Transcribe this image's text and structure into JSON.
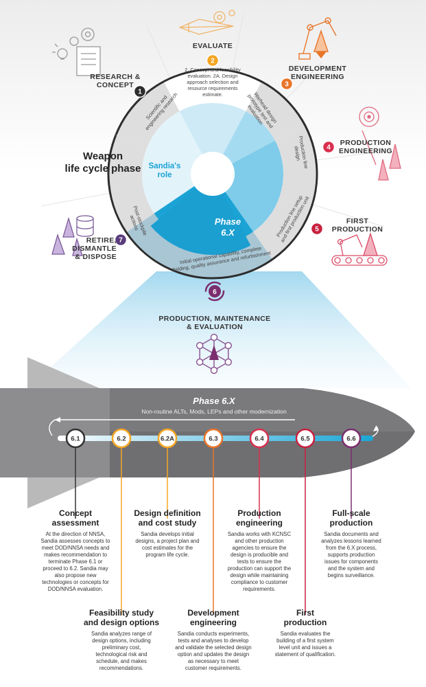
{
  "cycle": {
    "title_line1": "Weapon",
    "title_line2": "life cycle phase",
    "role_line1": "Sandia's",
    "role_line2": "role",
    "phase_center_line1": "Phase",
    "phase_center_line2": "6.X",
    "stages": [
      {
        "num": "1",
        "label_lines": [
          "RESEARCH &",
          "CONCEPT"
        ],
        "color": "#2d2d2d"
      },
      {
        "num": "2",
        "label_lines": [
          "EVALUATE"
        ],
        "color": "#f5a623"
      },
      {
        "num": "3",
        "label_lines": [
          "DEVELOPMENT",
          "ENGINEERING"
        ],
        "color": "#e8752a"
      },
      {
        "num": "4",
        "label_lines": [
          "PRODUCTION",
          "ENGINEERING"
        ],
        "color": "#d9304f"
      },
      {
        "num": "5",
        "label_lines": [
          "FIRST",
          "PRODUCTION"
        ],
        "color": "#c8203f"
      },
      {
        "num": "6",
        "label_lines": [
          "PRODUCTION, MAINTENANCE",
          "& EVALUATION"
        ],
        "color": "#7b2d6e"
      },
      {
        "num": "7",
        "label_lines": [
          "RETIRE,",
          "DISMANTLE",
          "& DISPOSE"
        ],
        "color": "#5a3c7c"
      }
    ],
    "ring_texts": {
      "t1": [
        "Scientific and",
        "engineering research"
      ],
      "t2": [
        "2. Concept and feasibility",
        "evaluation. 2A. Design",
        "approach selection and",
        "resource requirements",
        "estimate."
      ],
      "t3": [
        "Warhead design",
        "prototype test and",
        "evaluation"
      ],
      "t4": [
        "Production line",
        "design"
      ],
      "t5": [
        "Production line setup",
        "and first production unit"
      ],
      "t6": [
        "Initial operational capability, complete",
        "fielding, quality assurance and refurbishment"
      ],
      "t7": [
        "Post-stockpile",
        "actions"
      ]
    }
  },
  "missile": {
    "phase_title": "Phase 6.X",
    "subtitle": "Non-routine ALTs, Mods, LEPs and other modernization",
    "markers": [
      {
        "label": "6.1",
        "color": "#333333"
      },
      {
        "label": "6.2",
        "color": "#f5a623"
      },
      {
        "label": "6.2A",
        "color": "#f5a623"
      },
      {
        "label": "6.3",
        "color": "#e8752a"
      },
      {
        "label": "6.4",
        "color": "#d9304f"
      },
      {
        "label": "6.5",
        "color": "#c8203f"
      },
      {
        "label": "6.6",
        "color": "#7b2d6e"
      }
    ]
  },
  "descriptions": [
    {
      "title_lines": [
        "Concept",
        "assessment"
      ],
      "body_lines": [
        "At the direction of NNSA,",
        "Sandia assesses concepts to",
        "meet DOD/NNSA needs and",
        "makes recommendation to",
        "terminate Phase 6.1 or",
        "proceed to 6.2. Sandia may",
        "also propose new",
        "technologies or concepts for",
        "DOD/NNSA evaluation."
      ]
    },
    {
      "title_lines": [
        "Feasibility study",
        "and design options"
      ],
      "body_lines": [
        "Sandia analyzes range of",
        "design options, including",
        "preliminary cost,",
        "technological risk and",
        "schedule, and makes",
        "recommendations."
      ]
    },
    {
      "title_lines": [
        "Design definition",
        "and cost study"
      ],
      "body_lines": [
        "Sandia develops initial",
        "designs, a project plan and",
        "cost estimates for the",
        "program life cycle."
      ]
    },
    {
      "title_lines": [
        "Development",
        "engineering"
      ],
      "body_lines": [
        "Sandia conducts experiments,",
        "tests and analyses to develop",
        "and validate the selected design",
        "option and updates the design",
        "as necessary to meet",
        "customer requirements."
      ]
    },
    {
      "title_lines": [
        "Production",
        "engineering"
      ],
      "body_lines": [
        "Sandia works with KCNSC",
        "and other production",
        "agencies to ensure the",
        "design is producible and",
        "tests to ensure the",
        "production can support the",
        "design while maintaining",
        "compliance to customer",
        "requirements."
      ]
    },
    {
      "title_lines": [
        "First",
        "production"
      ],
      "body_lines": [
        "Sandia evaluates the",
        "building of a first system",
        "level unit and issues a",
        "statement of qualification."
      ]
    },
    {
      "title_lines": [
        "Full-scale",
        "production"
      ],
      "body_lines": [
        "Sandia documents and",
        "analyzes lessons learned",
        "from the 6.X process,",
        "supports production",
        "issues for components",
        "and the system and",
        "begins surveillance."
      ]
    }
  ]
}
